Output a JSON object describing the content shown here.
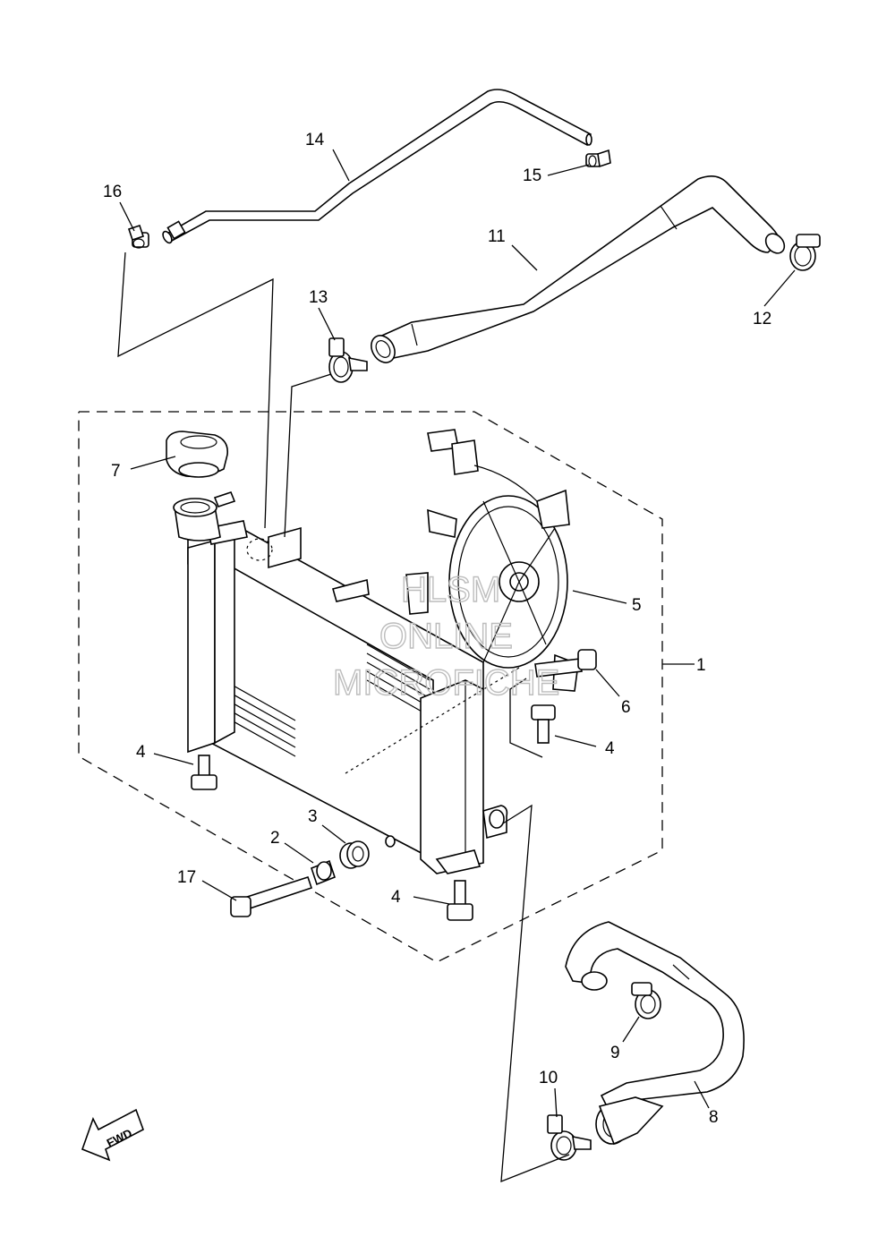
{
  "callouts": {
    "c1": "1",
    "c2": "2",
    "c3": "3",
    "c4a": "4",
    "c4b": "4",
    "c4c": "4",
    "c5": "5",
    "c6": "6",
    "c7": "7",
    "c8": "8",
    "c9": "9",
    "c10": "10",
    "c11": "11",
    "c12": "12",
    "c13": "13",
    "c14": "14",
    "c15": "15",
    "c16": "16",
    "c17": "17"
  },
  "watermark": {
    "line1": "HLSM",
    "line2": "ONLINE",
    "line3": "MICROFICHE"
  },
  "fwd_label": "FWD"
}
